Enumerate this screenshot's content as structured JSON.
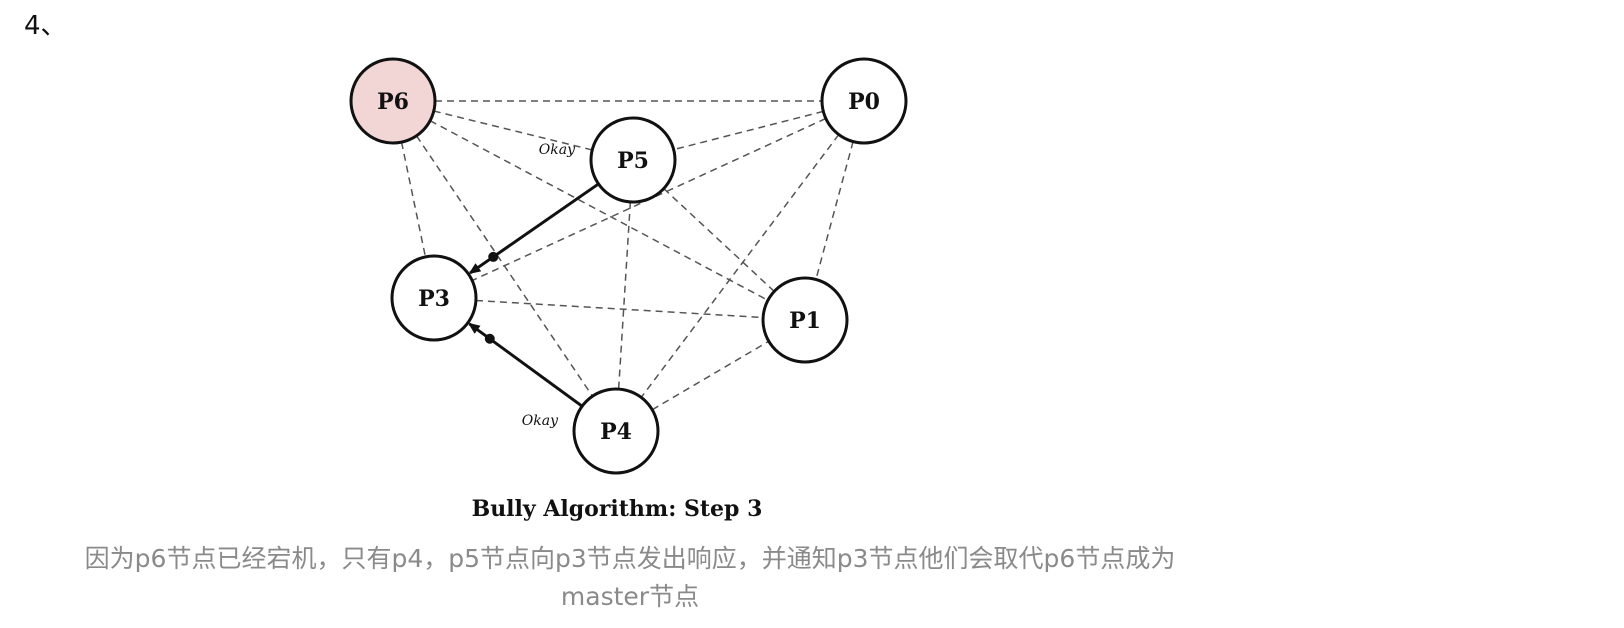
{
  "step_number": "4、",
  "diagram": {
    "title": "Bully Algorithm:  Step 3",
    "nodes": [
      {
        "id": "P6",
        "label": "P6",
        "state": "crashed"
      },
      {
        "id": "P0",
        "label": "P0",
        "state": "normal"
      },
      {
        "id": "P5",
        "label": "P5",
        "state": "normal"
      },
      {
        "id": "P3",
        "label": "P3",
        "state": "normal"
      },
      {
        "id": "P1",
        "label": "P1",
        "state": "normal"
      },
      {
        "id": "P4",
        "label": "P4",
        "state": "normal"
      }
    ],
    "dashed_links": [
      [
        "P6",
        "P0"
      ],
      [
        "P6",
        "P5"
      ],
      [
        "P6",
        "P3"
      ],
      [
        "P6",
        "P4"
      ],
      [
        "P6",
        "P1"
      ],
      [
        "P0",
        "P5"
      ],
      [
        "P0",
        "P3"
      ],
      [
        "P0",
        "P1"
      ],
      [
        "P0",
        "P4"
      ],
      [
        "P5",
        "P4"
      ],
      [
        "P5",
        "P1"
      ],
      [
        "P3",
        "P1"
      ],
      [
        "P4",
        "P1"
      ]
    ],
    "messages": [
      {
        "from": "P5",
        "to": "P3",
        "label": "Okay"
      },
      {
        "from": "P4",
        "to": "P3",
        "label": "Okay"
      }
    ],
    "colors": {
      "crashed_fill": "#f2d6d6",
      "node_fill": "#ffffff",
      "stroke": "#111111",
      "dashed": "#555555"
    }
  },
  "caption": {
    "line1": "因为p6节点已经宕机，只有p4，p5节点向p3节点发出响应，并通知p3节点他们会取代p6节点成为",
    "line2": "master节点"
  }
}
